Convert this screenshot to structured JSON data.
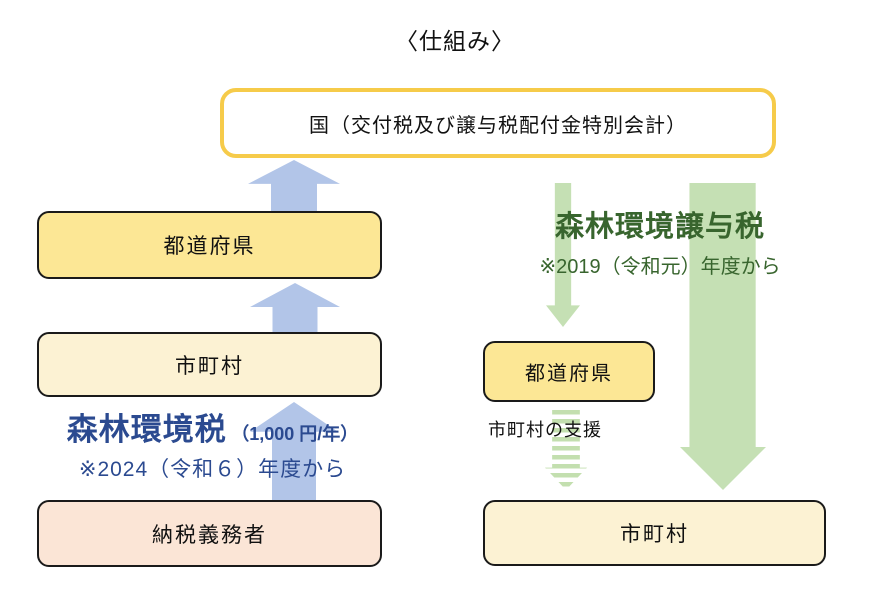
{
  "title": "〈仕組み〉",
  "nodes": {
    "national": "国（交付税及び譲与税配付金特別会計）",
    "left_prefecture": "都道府県",
    "left_municipality": "市町村",
    "taxpayer": "納税義務者",
    "right_prefecture": "都道府県",
    "right_municipality": "市町村"
  },
  "labels": {
    "forest_env_tax": {
      "name": "森林環境税",
      "amount": "（1,000 円/年）",
      "start": "※2024（令和６）年度から"
    },
    "forest_env_transfer_tax": {
      "name": "森林環境譲与税",
      "start": "※2019（令和元）年度から"
    },
    "municipal_support": "市町村の支援"
  },
  "colors": {
    "yellow_box": "#fce795",
    "cream_box": "#fcf2d3",
    "peach_box": "#fbe5d6",
    "national_border": "#f6cb4a",
    "blue_arrow": "#b2c5e8",
    "green_arrow": "#c5e0b4",
    "tax_text_blue": "#2b4a90",
    "transfer_text_green": "#38652e"
  }
}
